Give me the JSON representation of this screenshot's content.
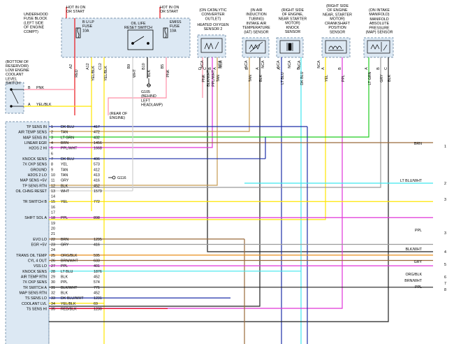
{
  "diagram": {
    "colors": {
      "red": "#e8141a",
      "pink": "#ff8fa8",
      "yellow": "#ffe600",
      "brown": "#9a6a3a",
      "tan": "#c49a52",
      "dk_blue": "#1d2ea8",
      "lt_green": "#22cc22",
      "orange": "#e88d1a",
      "purple": "#e034d8",
      "gray": "#9a9a9a",
      "black": "#202020",
      "lt_blue": "#3fe6ee",
      "white": "#e4e4e4"
    },
    "top_labels": {
      "underhood_fuse_block": [
        "UNDERHOOD",
        "FUSE BLOCK",
        "(LEFT SIDE",
        "OF ENGINE",
        "COMPT)"
      ],
      "hot_in_on_left": [
        "HOT IN ON",
        "OR START"
      ],
      "hot_in_on_right": [
        "HOT IN ON",
        "OR START"
      ],
      "b_u_lp_fuse": [
        "B U LP",
        "FUSE",
        "10A"
      ],
      "oil_life_reset_switch": [
        "OIL LIFE",
        "RESET SWITCH"
      ],
      "emiss_fuse": [
        "EMISS",
        "FUSE",
        "10A"
      ],
      "on_catalytic_converter": [
        "(ON CATALYTIC",
        "CONVERTER",
        "OUTLET)"
      ],
      "heated_oxygen_sensor": [
        "HEATED OXYGEN",
        "SENSOR 2"
      ],
      "iat_location": [
        "(IN AIR",
        "INDUCTION",
        "TUBING)"
      ],
      "iat_sensor": [
        "INTAKE AIR",
        "TEMPERATURE",
        "(IAT) SENSOR"
      ],
      "knock_location": [
        "(RIGHT SIDE",
        "OF ENGINE,",
        "NEAR STARTER",
        "MOTOR)"
      ],
      "knock_sensor": [
        "KNOCK",
        "SENSOR"
      ],
      "ckp_location": [
        "(RIGHT SIDE",
        "OF ENGINE",
        "NEAR, STARTER",
        "MOTOR)"
      ],
      "ckp_sensor": [
        "CRANKSHAFT",
        "POSITION",
        "SENSOR"
      ],
      "map_location": [
        "(ON INTAKE",
        "MANIFOLD)"
      ],
      "map_sensor": [
        "MANIFOLD",
        "ABSOLUTE",
        "PRESSURE",
        "(MAP) SENSOR"
      ],
      "coolant_location": [
        "(BOTTOM OF",
        "RESERVOIR)"
      ],
      "coolant_switch": [
        "LOW ENGINE",
        "COOLANT",
        "LEVEL",
        "SWITCH"
      ],
      "g105": [
        "G105",
        "(BEHIND",
        "LEFT",
        "HEADLAMP)"
      ],
      "rear_of_engine": [
        "(REAR OF",
        "ENGINE)"
      ],
      "g116": "G116"
    },
    "fuse_wires": [
      {
        "pin": "A2",
        "color": "RED"
      },
      {
        "pin": "A12",
        "color": "YEL/BLK"
      },
      {
        "pin": "C12",
        "color": "YEL/BLK"
      },
      {
        "pin": "B9",
        "color": "WHT"
      },
      {
        "pin": "B10",
        "color": "BLK"
      },
      {
        "pin": "B5",
        "color": "PNK"
      }
    ],
    "sensor_wires": [
      {
        "pin": "D",
        "color": "PNK"
      },
      {
        "pin": "C",
        "color": "BLK/WHT"
      },
      {
        "pin": "B",
        "color": "PPL/WHT"
      },
      {
        "pin": "A",
        "color": "TAN"
      },
      {
        "pin": "B",
        "color": "TAN"
      },
      {
        "pin": "A",
        "color": "BLK"
      },
      {
        "pin": "A",
        "color": "LT BLU"
      },
      {
        "pin": "B",
        "color": "DK BLU"
      },
      {
        "pin": "A",
        "color": "YEL"
      },
      {
        "pin": "B",
        "color": "PPL"
      },
      {
        "pin": "A",
        "color": "LT GRN"
      },
      {
        "pin": "B",
        "color": "GRY"
      },
      {
        "pin": "C",
        "color": "BLK"
      }
    ],
    "na_marks": [
      "NCA",
      "NCA",
      "NCA",
      "NCA",
      "NCA",
      "NCA",
      "NCA",
      "NCA",
      "NCA"
    ],
    "coolant_wires": [
      {
        "pin": "B",
        "color": "PNK"
      },
      {
        "pin": "A",
        "color": "YEL/BLK"
      }
    ],
    "pcm_rows": [
      {
        "pin": "1",
        "signal": "TP SENS IN",
        "color": "DK BLU",
        "circuit": "417"
      },
      {
        "pin": "2",
        "signal": "AIR TEMP SENS",
        "color": "TAN",
        "circuit": "472"
      },
      {
        "pin": "3",
        "signal": "MAP SENS IN",
        "color": "LT GRN",
        "circuit": "432"
      },
      {
        "pin": "4",
        "signal": "LINEAR EGR",
        "color": "BRN",
        "circuit": "1456"
      },
      {
        "pin": "5",
        "signal": "H2OS 2 HI",
        "color": "PPL/WHT",
        "circuit": "1668"
      },
      {
        "pin": "6",
        "signal": "",
        "color": "",
        "circuit": ""
      },
      {
        "pin": "7",
        "signal": "KNOCK SENS",
        "color": "DK BLU",
        "circuit": "496"
      },
      {
        "pin": "8",
        "signal": "7X CKP SENS",
        "color": "YEL",
        "circuit": "573"
      },
      {
        "pin": "9",
        "signal": "GROUND",
        "color": "TAN",
        "circuit": "412"
      },
      {
        "pin": "10",
        "signal": "H2OS 2 LO",
        "color": "TAN",
        "circuit": "413"
      },
      {
        "pin": "11",
        "signal": "MAP SENS +5V",
        "color": "GRY",
        "circuit": "416"
      },
      {
        "pin": "12",
        "signal": "TP SENS RTN",
        "color": "BLK",
        "circuit": "452"
      },
      {
        "pin": "13",
        "signal": "OIL CHNG RESET",
        "color": "WHT",
        "circuit": "1579"
      },
      {
        "pin": "14",
        "signal": "",
        "color": "",
        "circuit": ""
      },
      {
        "pin": "15",
        "signal": "TR SWITCH B",
        "color": "YEL",
        "circuit": "772"
      },
      {
        "pin": "16",
        "signal": "",
        "color": "",
        "circuit": ""
      },
      {
        "pin": "17",
        "signal": "",
        "color": "",
        "circuit": ""
      },
      {
        "pin": "18",
        "signal": "SHIFT SOL A",
        "color": "PPL",
        "circuit": "898"
      },
      {
        "pin": "19",
        "signal": "",
        "color": "",
        "circuit": ""
      },
      {
        "pin": "20",
        "signal": "",
        "color": "",
        "circuit": ""
      },
      {
        "pin": "21",
        "signal": "",
        "color": "",
        "circuit": ""
      },
      {
        "pin": "22",
        "signal": "EVO LO",
        "color": "BRN",
        "circuit": "1295"
      },
      {
        "pin": "23",
        "signal": "EGR +5V",
        "color": "GRY",
        "circuit": "416"
      },
      {
        "pin": "24",
        "signal": "",
        "color": "",
        "circuit": ""
      },
      {
        "pin": "25",
        "signal": "TRANS OIL TEMP",
        "color": "ORG/BLK",
        "circuit": "595"
      },
      {
        "pin": "26",
        "signal": "CYL 4 OUT",
        "color": "BRN/WHT",
        "circuit": "633"
      },
      {
        "pin": "27",
        "signal": "VSS LO",
        "color": "PPL",
        "circuit": "401"
      },
      {
        "pin": "28",
        "signal": "KNOCK SENS",
        "color": "LT BLU",
        "circuit": "1876"
      },
      {
        "pin": "29",
        "signal": "AIR TEMP RTN",
        "color": "BLK",
        "circuit": "452"
      },
      {
        "pin": "30",
        "signal": "7X CKP SENS",
        "color": "PPL",
        "circuit": "574"
      },
      {
        "pin": "31",
        "signal": "TR SWITCH A",
        "color": "BLK/WHT",
        "circuit": "771"
      },
      {
        "pin": "32",
        "signal": "MAP SENS RTN",
        "color": "BLK",
        "circuit": "452"
      },
      {
        "pin": "33",
        "signal": "TS SENS LO",
        "color": "DK BLU/WHT",
        "circuit": "1231"
      },
      {
        "pin": "34",
        "signal": "COOLANT LVL",
        "color": "YEL/BLK",
        "circuit": "69"
      },
      {
        "pin": "35",
        "signal": "TS SENS HI",
        "color": "RED/BLK",
        "circuit": "1230"
      }
    ],
    "right_outputs": [
      {
        "color": "BRN",
        "number": "1"
      },
      {
        "color": "LT BLU/WHT",
        "number": "2"
      },
      {
        "color": "",
        "number": "3"
      },
      {
        "color": "PPL",
        "number": "3"
      },
      {
        "color": "BLK/WHT",
        "number": "4"
      },
      {
        "color": "GRY",
        "number": "5"
      },
      {
        "color": "ORG/BLK",
        "number": "6"
      },
      {
        "color": "BRN/WHT",
        "number": "7"
      },
      {
        "color": "PPL",
        "number": "8"
      }
    ]
  }
}
